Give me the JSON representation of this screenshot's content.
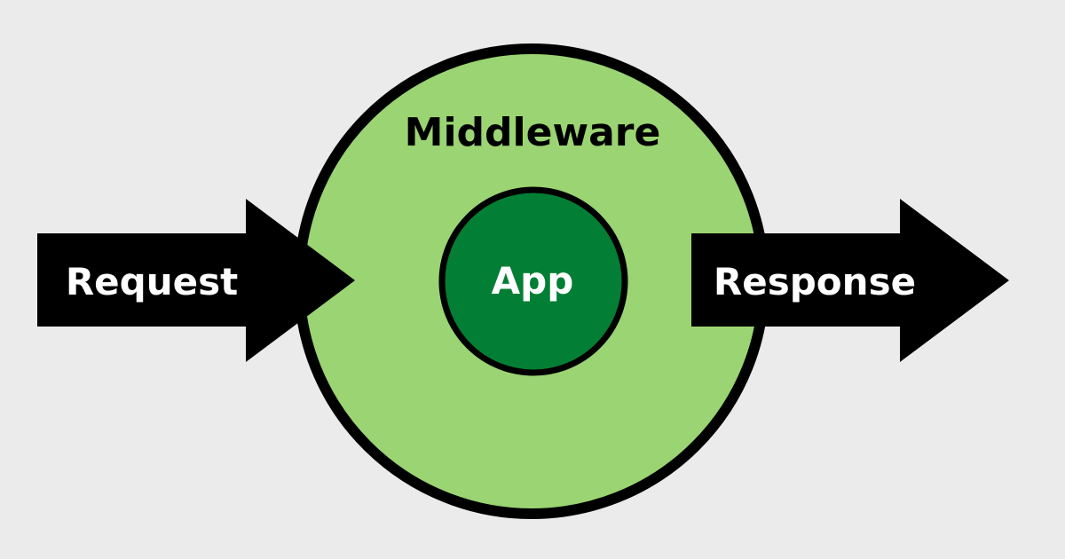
{
  "diagram": {
    "outer_label": "Middleware",
    "inner_label": "App",
    "input_label": "Request",
    "output_label": "Response"
  },
  "colors": {
    "background": "#ebebeb",
    "outer_fill": "#9bd472",
    "inner_fill": "#037f35",
    "stroke": "#000000",
    "arrow_fill": "#000000",
    "arrow_text": "#ffffff",
    "outer_text": "#000000",
    "inner_text": "#ffffff"
  }
}
